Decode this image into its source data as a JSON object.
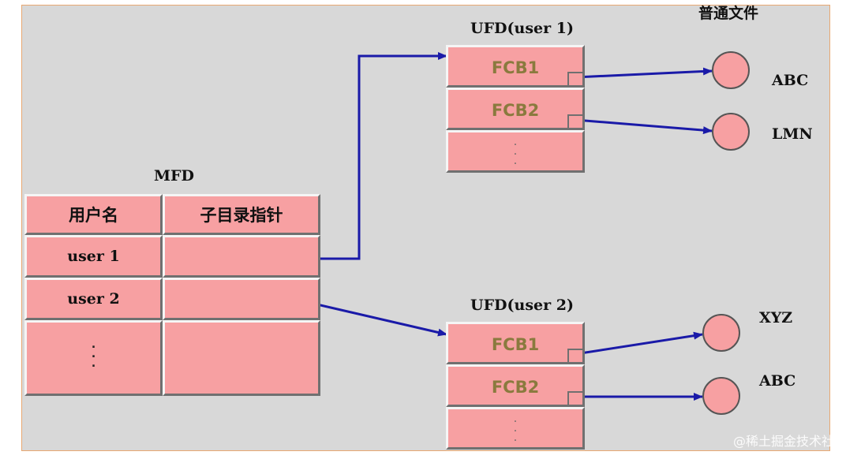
{
  "mfd": {
    "title": "MFD",
    "header": [
      "用户名",
      "子目录指针"
    ],
    "rows": [
      "user 1",
      "user 2"
    ],
    "ellipsis": ".\n.\n."
  },
  "ufd1": {
    "title": "UFD(user 1)",
    "fcbs": [
      "FCB1",
      "FCB2"
    ],
    "ellipsis": ".\n.\n."
  },
  "ufd2": {
    "title": "UFD(user 2)",
    "fcbs": [
      "FCB1",
      "FCB2"
    ],
    "ellipsis": ".\n.\n."
  },
  "files": {
    "title": "普通文件",
    "names": [
      "ABC",
      "LMN",
      "XYZ",
      "ABC"
    ]
  },
  "watermark": "@稀土掘金技术社区",
  "colors": {
    "cell": "#f7a0a2",
    "arrow": "#1a1aa8",
    "background": "#d8d8d8"
  }
}
